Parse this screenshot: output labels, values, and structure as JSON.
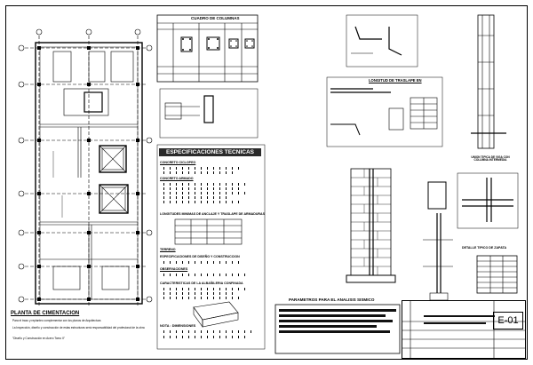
{
  "plan": {
    "title": "PLANTA DE CIMENTACION",
    "notes": [
      "Para el trazo y replanteo complementar con los planos de Arquitectura",
      "La Inspección, diseño y construcción de estas estructuras será responsabilidad del profesional de la obra",
      "\"Diseño y Construcción en Acero Tomo II\""
    ]
  },
  "columnas": {
    "title": "CUADRO DE COLUMNAS"
  },
  "especificaciones": {
    "title": "ESPECIFICACIONES TECNICAS",
    "concreto": "CONCRETO CICLOPEO",
    "concreto_armado": "CONCRETO ARMADO",
    "longitudes": "LONGITUDES MINIMAS DE ANCLAJE Y TRASLAPE DE ARMADURAS",
    "terreno": "TERRENO",
    "especificaciones_diseno": "ESPECIFICACIONES DE DISEÑO Y CONSTRUCCION",
    "observaciones": "OBSERVACIONES",
    "albanileria": "CARACTERISTICAS DE LA ALBAÑILERIA CONFINADA",
    "nota": "NOTA : DIMENSIONES"
  },
  "traslape": {
    "title": "LONGITUD DE TRASLAPE EN"
  },
  "detalles": {
    "union_viga": "UNION TIPICA DE VIGA CON COLUMNA INTERMEDIA",
    "detalle_zapata": "DETALLE TIPICO DE ZAPATA"
  },
  "parametros": {
    "title": "PARAMETROS PARA EL ANALISIS SISMICO"
  },
  "titleblock": {
    "sheet_number": "E-01"
  }
}
